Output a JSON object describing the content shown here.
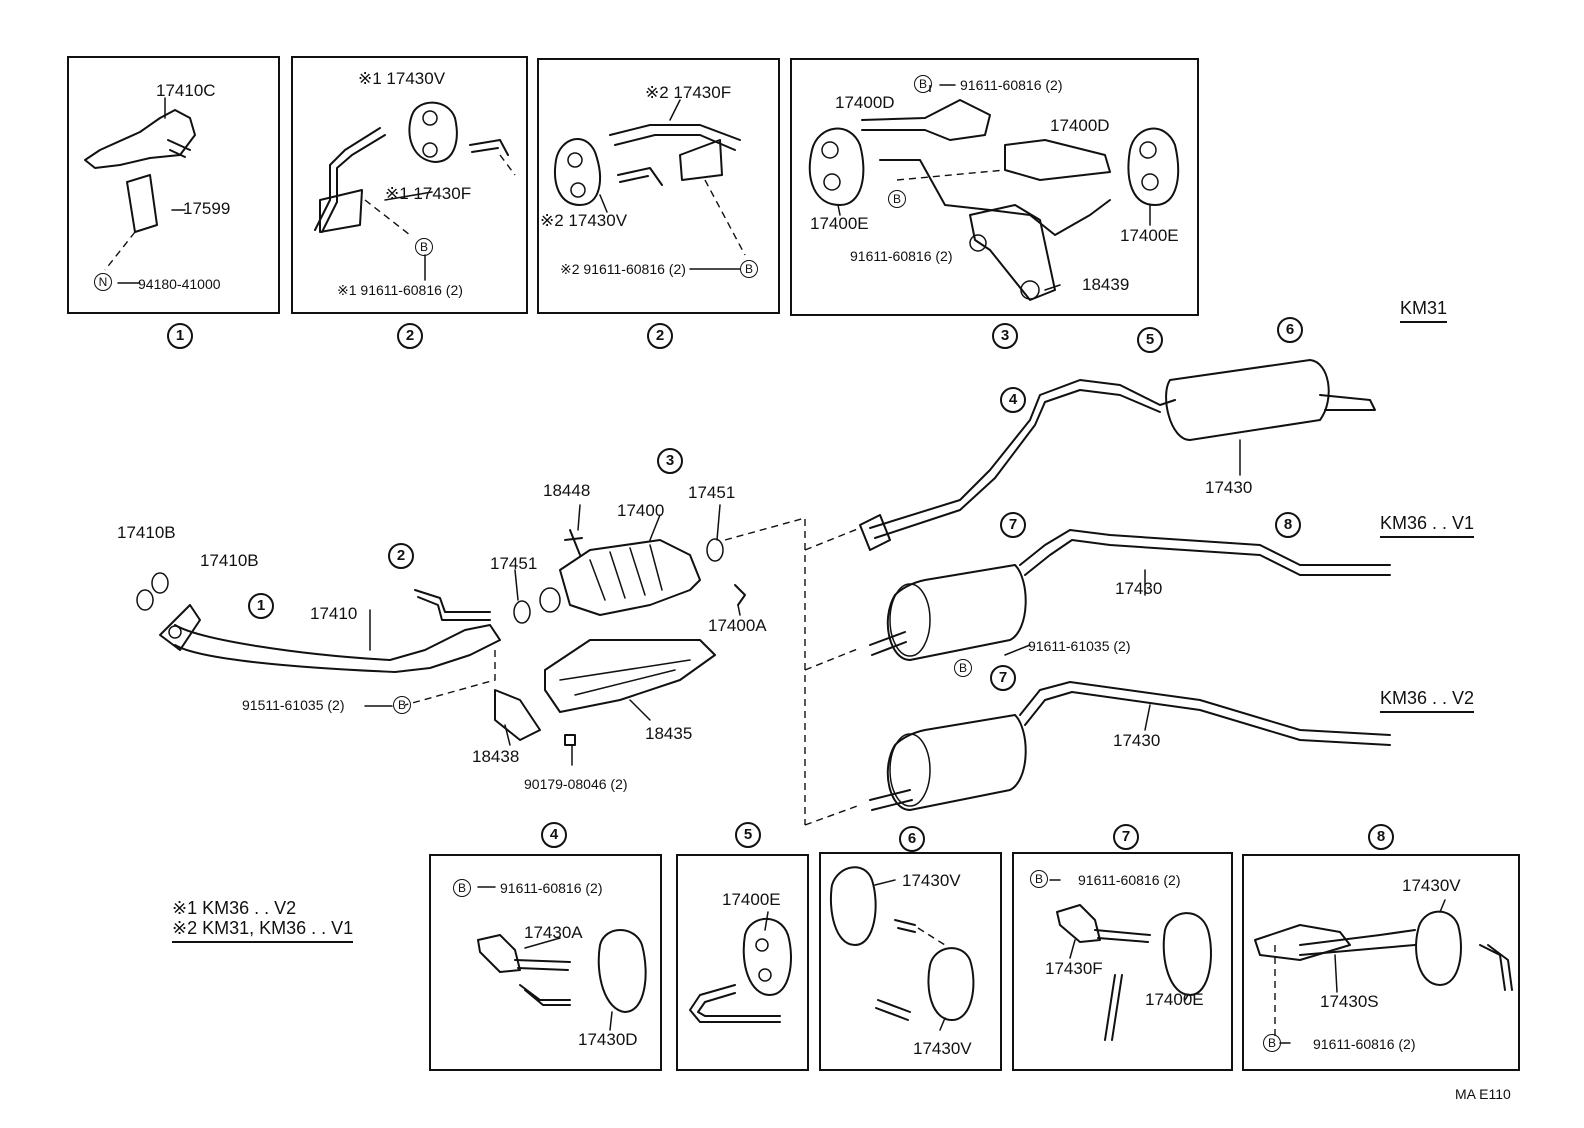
{
  "models": {
    "km31": "KM31",
    "km36_v1": "KM36 . . V1",
    "km36_v2": "KM36 . . V2"
  },
  "notes": {
    "n1": "※1  KM36 . . V2",
    "n2": "※2  KM31, KM36 . . V1"
  },
  "footer": "MA  E110",
  "circled": {
    "c1": "1",
    "c2": "2",
    "c3": "3",
    "c4": "4",
    "c5": "5",
    "c6": "6",
    "c7": "7",
    "c8": "8"
  },
  "letters": {
    "b": "B",
    "n": "N"
  },
  "parts": {
    "p17410C": "17410C",
    "p17599": "17599",
    "p94180": "94180-41000",
    "p17430V_s1": "※1 17430V",
    "p17430F_s1": "※1 17430F",
    "p91611_s1": "※1   91611-60816 (2)",
    "p17430F_s2": "※2 17430F",
    "p17430V_s2": "※2 17430V",
    "p91611_s2": "※2  91611-60816 (2)",
    "p91611": "91611-60816 (2)",
    "p17400D": "17400D",
    "p17400E": "17400E",
    "p18439": "18439",
    "p17410B": "17410B",
    "p17410": "17410",
    "p17451": "17451",
    "p18448": "18448",
    "p17400": "17400",
    "p17400A": "17400A",
    "p91511": "91511-61035 (2)",
    "p18438": "18438",
    "p18435": "18435",
    "p90179": "90179-08046 (2)",
    "p17430": "17430",
    "p91611_61035": "91611-61035 (2)",
    "p17430A": "17430A",
    "p17430D": "17430D",
    "p17430V": "17430V",
    "p17430F": "17430F",
    "p17430S": "17430S"
  }
}
